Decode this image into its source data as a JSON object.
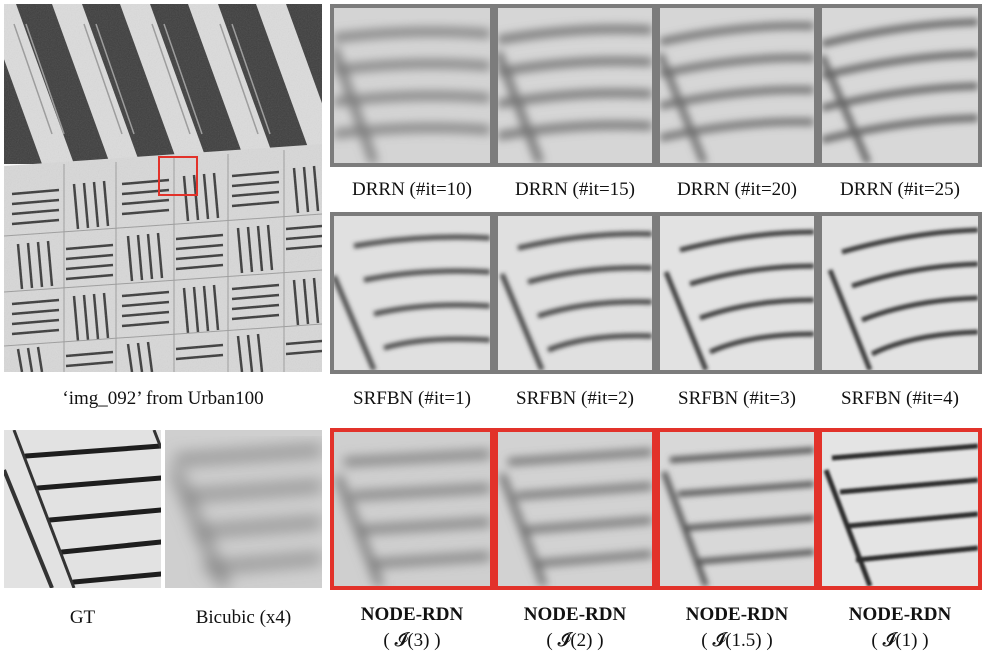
{
  "main_image": {
    "caption": "‘img_092’ from Urban100"
  },
  "crops": {
    "gt": {
      "caption": "GT"
    },
    "bicubic": {
      "caption": "Bicubic (x4)"
    }
  },
  "drrn": [
    {
      "caption": "DRRN (#it=10)"
    },
    {
      "caption": "DRRN (#it=15)"
    },
    {
      "caption": "DRRN (#it=20)"
    },
    {
      "caption": "DRRN (#it=25)"
    }
  ],
  "srfbn": [
    {
      "caption": "SRFBN (#it=1)"
    },
    {
      "caption": "SRFBN (#it=2)"
    },
    {
      "caption": "SRFBN (#it=3)"
    },
    {
      "caption": "SRFBN (#it=4)"
    }
  ],
  "node_rdn": [
    {
      "name": "NODE-RDN",
      "formula": "( 𝓘̂(3) )"
    },
    {
      "name": "NODE-RDN",
      "formula": "( 𝓘̂(2) )"
    },
    {
      "name": "NODE-RDN",
      "formula": "( 𝓘̂(1.5) )"
    },
    {
      "name": "NODE-RDN",
      "formula": "( 𝓘̂(1) )"
    }
  ],
  "colors": {
    "highlight_red": "#e2322a",
    "frame_gray": "#7c7c7c"
  }
}
